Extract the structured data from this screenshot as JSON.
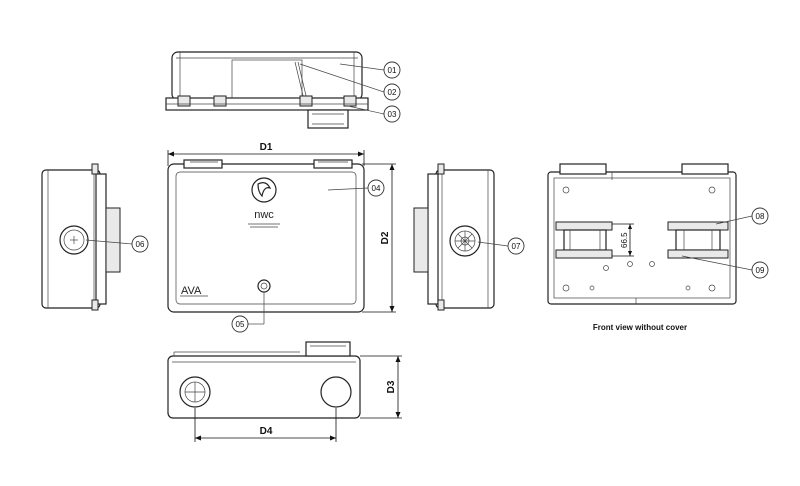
{
  "dimensions": {
    "d1": "D1",
    "d2": "D2",
    "d3": "D3",
    "d4": "D4",
    "inner_spacing": "66.5"
  },
  "callouts": [
    "01",
    "02",
    "03",
    "04",
    "05",
    "06",
    "07",
    "08",
    "09"
  ],
  "caption": "Front view without cover",
  "brand": {
    "logo_text": "nwc",
    "mark_text": "AVA"
  }
}
